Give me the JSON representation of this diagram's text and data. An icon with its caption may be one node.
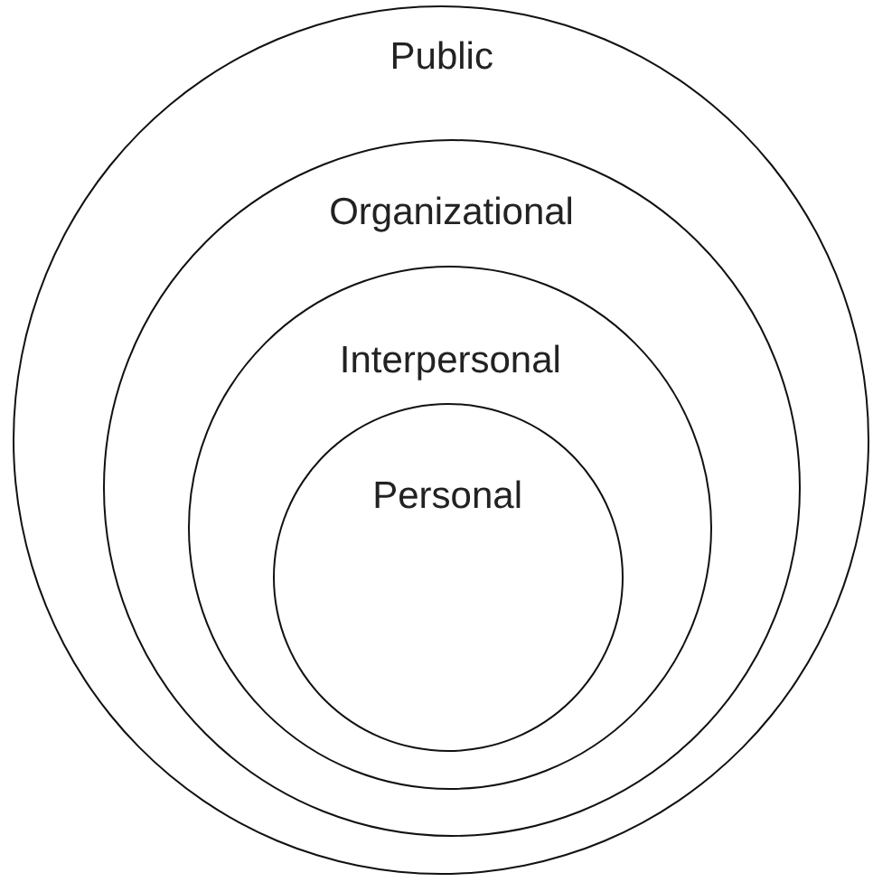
{
  "diagram": {
    "nodes": [
      {
        "text": [
          "Public"
        ]
      },
      {
        "text": [
          "Organizational"
        ],
        "in": 0
      },
      {
        "text": [
          "Interpersonal"
        ],
        "in": 1
      },
      {
        "text": [
          "Personal"
        ],
        "in": 2
      }
    ]
  }
}
